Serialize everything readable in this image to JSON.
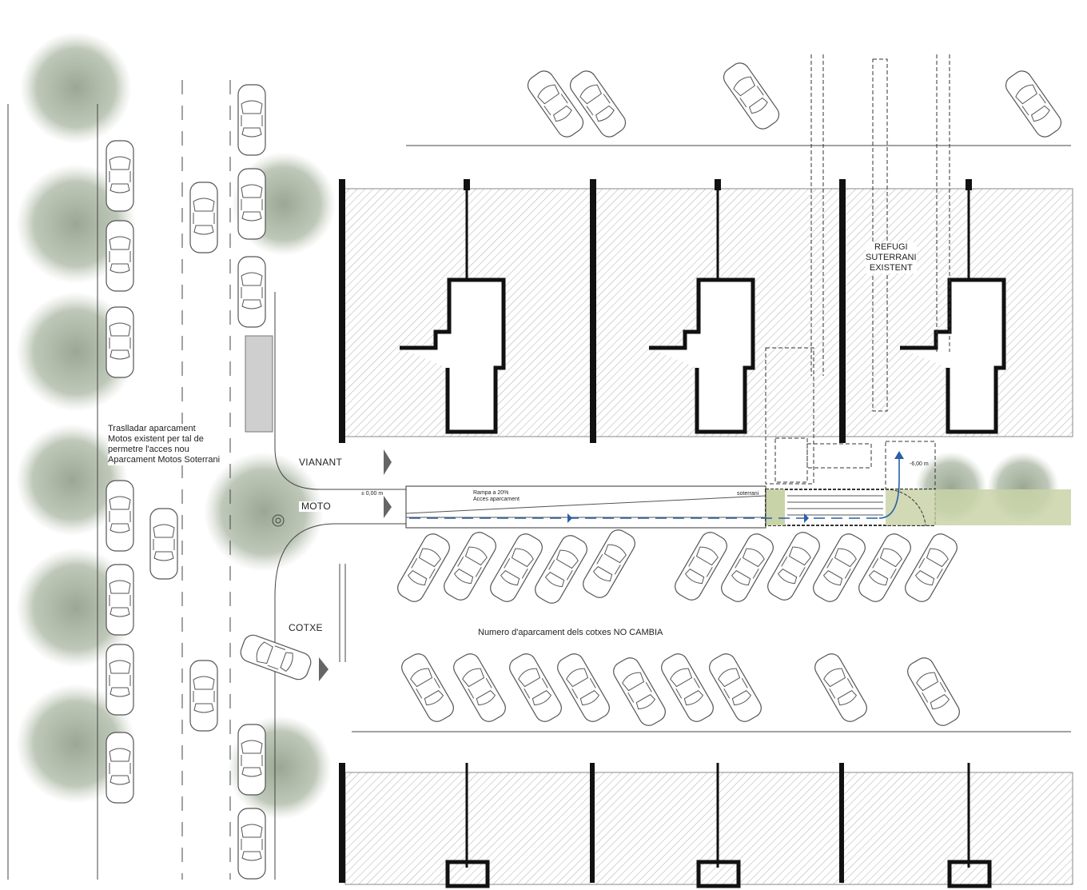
{
  "labels": {
    "note": [
      "Traslladar aparcament",
      "Motos existent per tal de",
      "permetre l'acces nou",
      "Aparcament Motos Soterrani"
    ],
    "vianant": "VIANANT",
    "moto": "MOTO",
    "cotxe": "COTXE",
    "refugi": [
      "REFUGI",
      "SUTERRANI",
      "EXISTENT"
    ],
    "level_zero": "± 0,00 m",
    "level_minus": "-6,00 m",
    "ramp": [
      "Rampa a 20%",
      "Acces aparcament"
    ],
    "soterrani": "soterrani",
    "parking_note": "Numero d'aparcament dels cotxes NO CAMBIA"
  },
  "colors": {
    "tree": "#9aa890",
    "route_blue": "#2a5fa8",
    "grass": "#c9d3a8",
    "wall": "#111111",
    "hatch": "#9a9a9a"
  }
}
